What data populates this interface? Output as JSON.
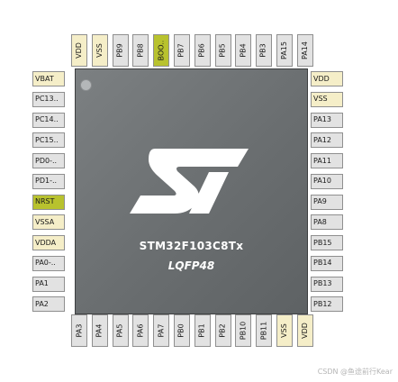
{
  "chip": {
    "part_number": "STM32F103C8Tx",
    "package": "LQFP48",
    "logo": "st-logo"
  },
  "pins": {
    "top": [
      {
        "label": "VDD",
        "kind": "power"
      },
      {
        "label": "VSS",
        "kind": "power"
      },
      {
        "label": "PB9",
        "kind": "io"
      },
      {
        "label": "PB8",
        "kind": "io"
      },
      {
        "label": "BOO..",
        "kind": "reset"
      },
      {
        "label": "PB7",
        "kind": "io"
      },
      {
        "label": "PB6",
        "kind": "io"
      },
      {
        "label": "PB5",
        "kind": "io"
      },
      {
        "label": "PB4",
        "kind": "io"
      },
      {
        "label": "PB3",
        "kind": "io"
      },
      {
        "label": "PA15",
        "kind": "io"
      },
      {
        "label": "PA14",
        "kind": "io"
      }
    ],
    "left": [
      {
        "label": "VBAT",
        "kind": "power"
      },
      {
        "label": "PC13..",
        "kind": "io"
      },
      {
        "label": "PC14..",
        "kind": "io"
      },
      {
        "label": "PC15..",
        "kind": "io"
      },
      {
        "label": "PD0-..",
        "kind": "io"
      },
      {
        "label": "PD1-..",
        "kind": "io"
      },
      {
        "label": "NRST",
        "kind": "reset"
      },
      {
        "label": "VSSA",
        "kind": "power"
      },
      {
        "label": "VDDA",
        "kind": "power"
      },
      {
        "label": "PA0-..",
        "kind": "io"
      },
      {
        "label": "PA1",
        "kind": "io"
      },
      {
        "label": "PA2",
        "kind": "io"
      }
    ],
    "right": [
      {
        "label": "VDD",
        "kind": "power"
      },
      {
        "label": "VSS",
        "kind": "power"
      },
      {
        "label": "PA13",
        "kind": "io"
      },
      {
        "label": "PA12",
        "kind": "io"
      },
      {
        "label": "PA11",
        "kind": "io"
      },
      {
        "label": "PA10",
        "kind": "io"
      },
      {
        "label": "PA9",
        "kind": "io"
      },
      {
        "label": "PA8",
        "kind": "io"
      },
      {
        "label": "PB15",
        "kind": "io"
      },
      {
        "label": "PB14",
        "kind": "io"
      },
      {
        "label": "PB13",
        "kind": "io"
      },
      {
        "label": "PB12",
        "kind": "io"
      }
    ],
    "bottom": [
      {
        "label": "PA3",
        "kind": "io"
      },
      {
        "label": "PA4",
        "kind": "io"
      },
      {
        "label": "PA5",
        "kind": "io"
      },
      {
        "label": "PA6",
        "kind": "io"
      },
      {
        "label": "PA7",
        "kind": "io"
      },
      {
        "label": "PB0",
        "kind": "io"
      },
      {
        "label": "PB1",
        "kind": "io"
      },
      {
        "label": "PB2",
        "kind": "io"
      },
      {
        "label": "PB10",
        "kind": "io"
      },
      {
        "label": "PB11",
        "kind": "io"
      },
      {
        "label": "VSS",
        "kind": "power"
      },
      {
        "label": "VDD",
        "kind": "power"
      }
    ]
  },
  "colors": {
    "io": "#e2e2e2",
    "power": "#f5eec8",
    "reset": "#b8c22e",
    "body": "#6e7274"
  },
  "watermark": "CSDN @鱼途前行Kear"
}
